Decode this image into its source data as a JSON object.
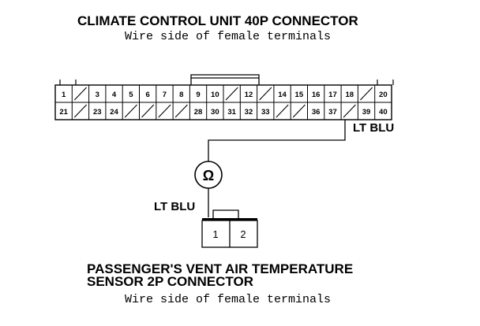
{
  "top_connector": {
    "title": "CLIMATE CONTROL UNIT 40P CONNECTOR",
    "subtitle": "Wire side of female terminals",
    "row1": [
      "1",
      "",
      "3",
      "4",
      "5",
      "6",
      "7",
      "8",
      "9",
      "10",
      "",
      "12",
      "",
      "14",
      "15",
      "16",
      "17",
      "18",
      "",
      "20"
    ],
    "row2": [
      "21",
      "",
      "23",
      "24",
      "",
      "",
      "",
      "",
      "28",
      "30",
      "31",
      "32",
      "33",
      "",
      "",
      "36",
      "37",
      "",
      "39",
      "40"
    ],
    "active_terminal": "37"
  },
  "wire_top_label": "LT BLU",
  "wire_bottom_label": "LT BLU",
  "meter_symbol": "Ω",
  "bottom_connector": {
    "title_line1": "PASSENGER'S VENT AIR TEMPERATURE",
    "title_line2": "SENSOR 2P CONNECTOR",
    "subtitle": "Wire side of female terminals",
    "terminals": [
      "1",
      "2"
    ]
  }
}
